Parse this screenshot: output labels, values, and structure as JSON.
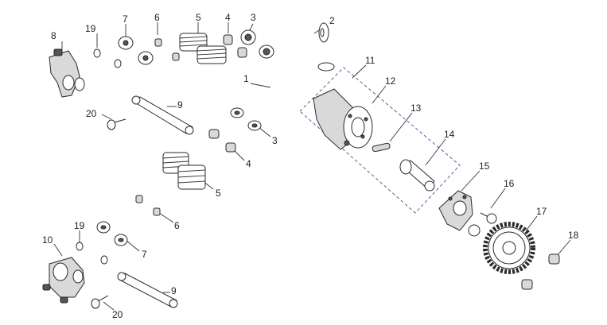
{
  "diagram": {
    "callouts": [
      {
        "id": "c1",
        "label": "1"
      },
      {
        "id": "c2",
        "label": "2"
      },
      {
        "id": "c3a",
        "label": "3"
      },
      {
        "id": "c3b",
        "label": "3"
      },
      {
        "id": "c4a",
        "label": "4"
      },
      {
        "id": "c4b",
        "label": "4"
      },
      {
        "id": "c5a",
        "label": "5"
      },
      {
        "id": "c5b",
        "label": "5"
      },
      {
        "id": "c6a",
        "label": "6"
      },
      {
        "id": "c6b",
        "label": "6"
      },
      {
        "id": "c7a",
        "label": "7"
      },
      {
        "id": "c7b",
        "label": "7"
      },
      {
        "id": "c8",
        "label": "8"
      },
      {
        "id": "c9a",
        "label": "9"
      },
      {
        "id": "c9b",
        "label": "9"
      },
      {
        "id": "c10",
        "label": "10"
      },
      {
        "id": "c11",
        "label": "11"
      },
      {
        "id": "c12",
        "label": "12"
      },
      {
        "id": "c13",
        "label": "13"
      },
      {
        "id": "c14",
        "label": "14"
      },
      {
        "id": "c15",
        "label": "15"
      },
      {
        "id": "c16",
        "label": "16"
      },
      {
        "id": "c17",
        "label": "17"
      },
      {
        "id": "c18",
        "label": "18"
      },
      {
        "id": "c19a",
        "label": "19"
      },
      {
        "id": "c19b",
        "label": "19"
      },
      {
        "id": "c20a",
        "label": "20"
      },
      {
        "id": "c20b",
        "label": "20"
      }
    ]
  }
}
